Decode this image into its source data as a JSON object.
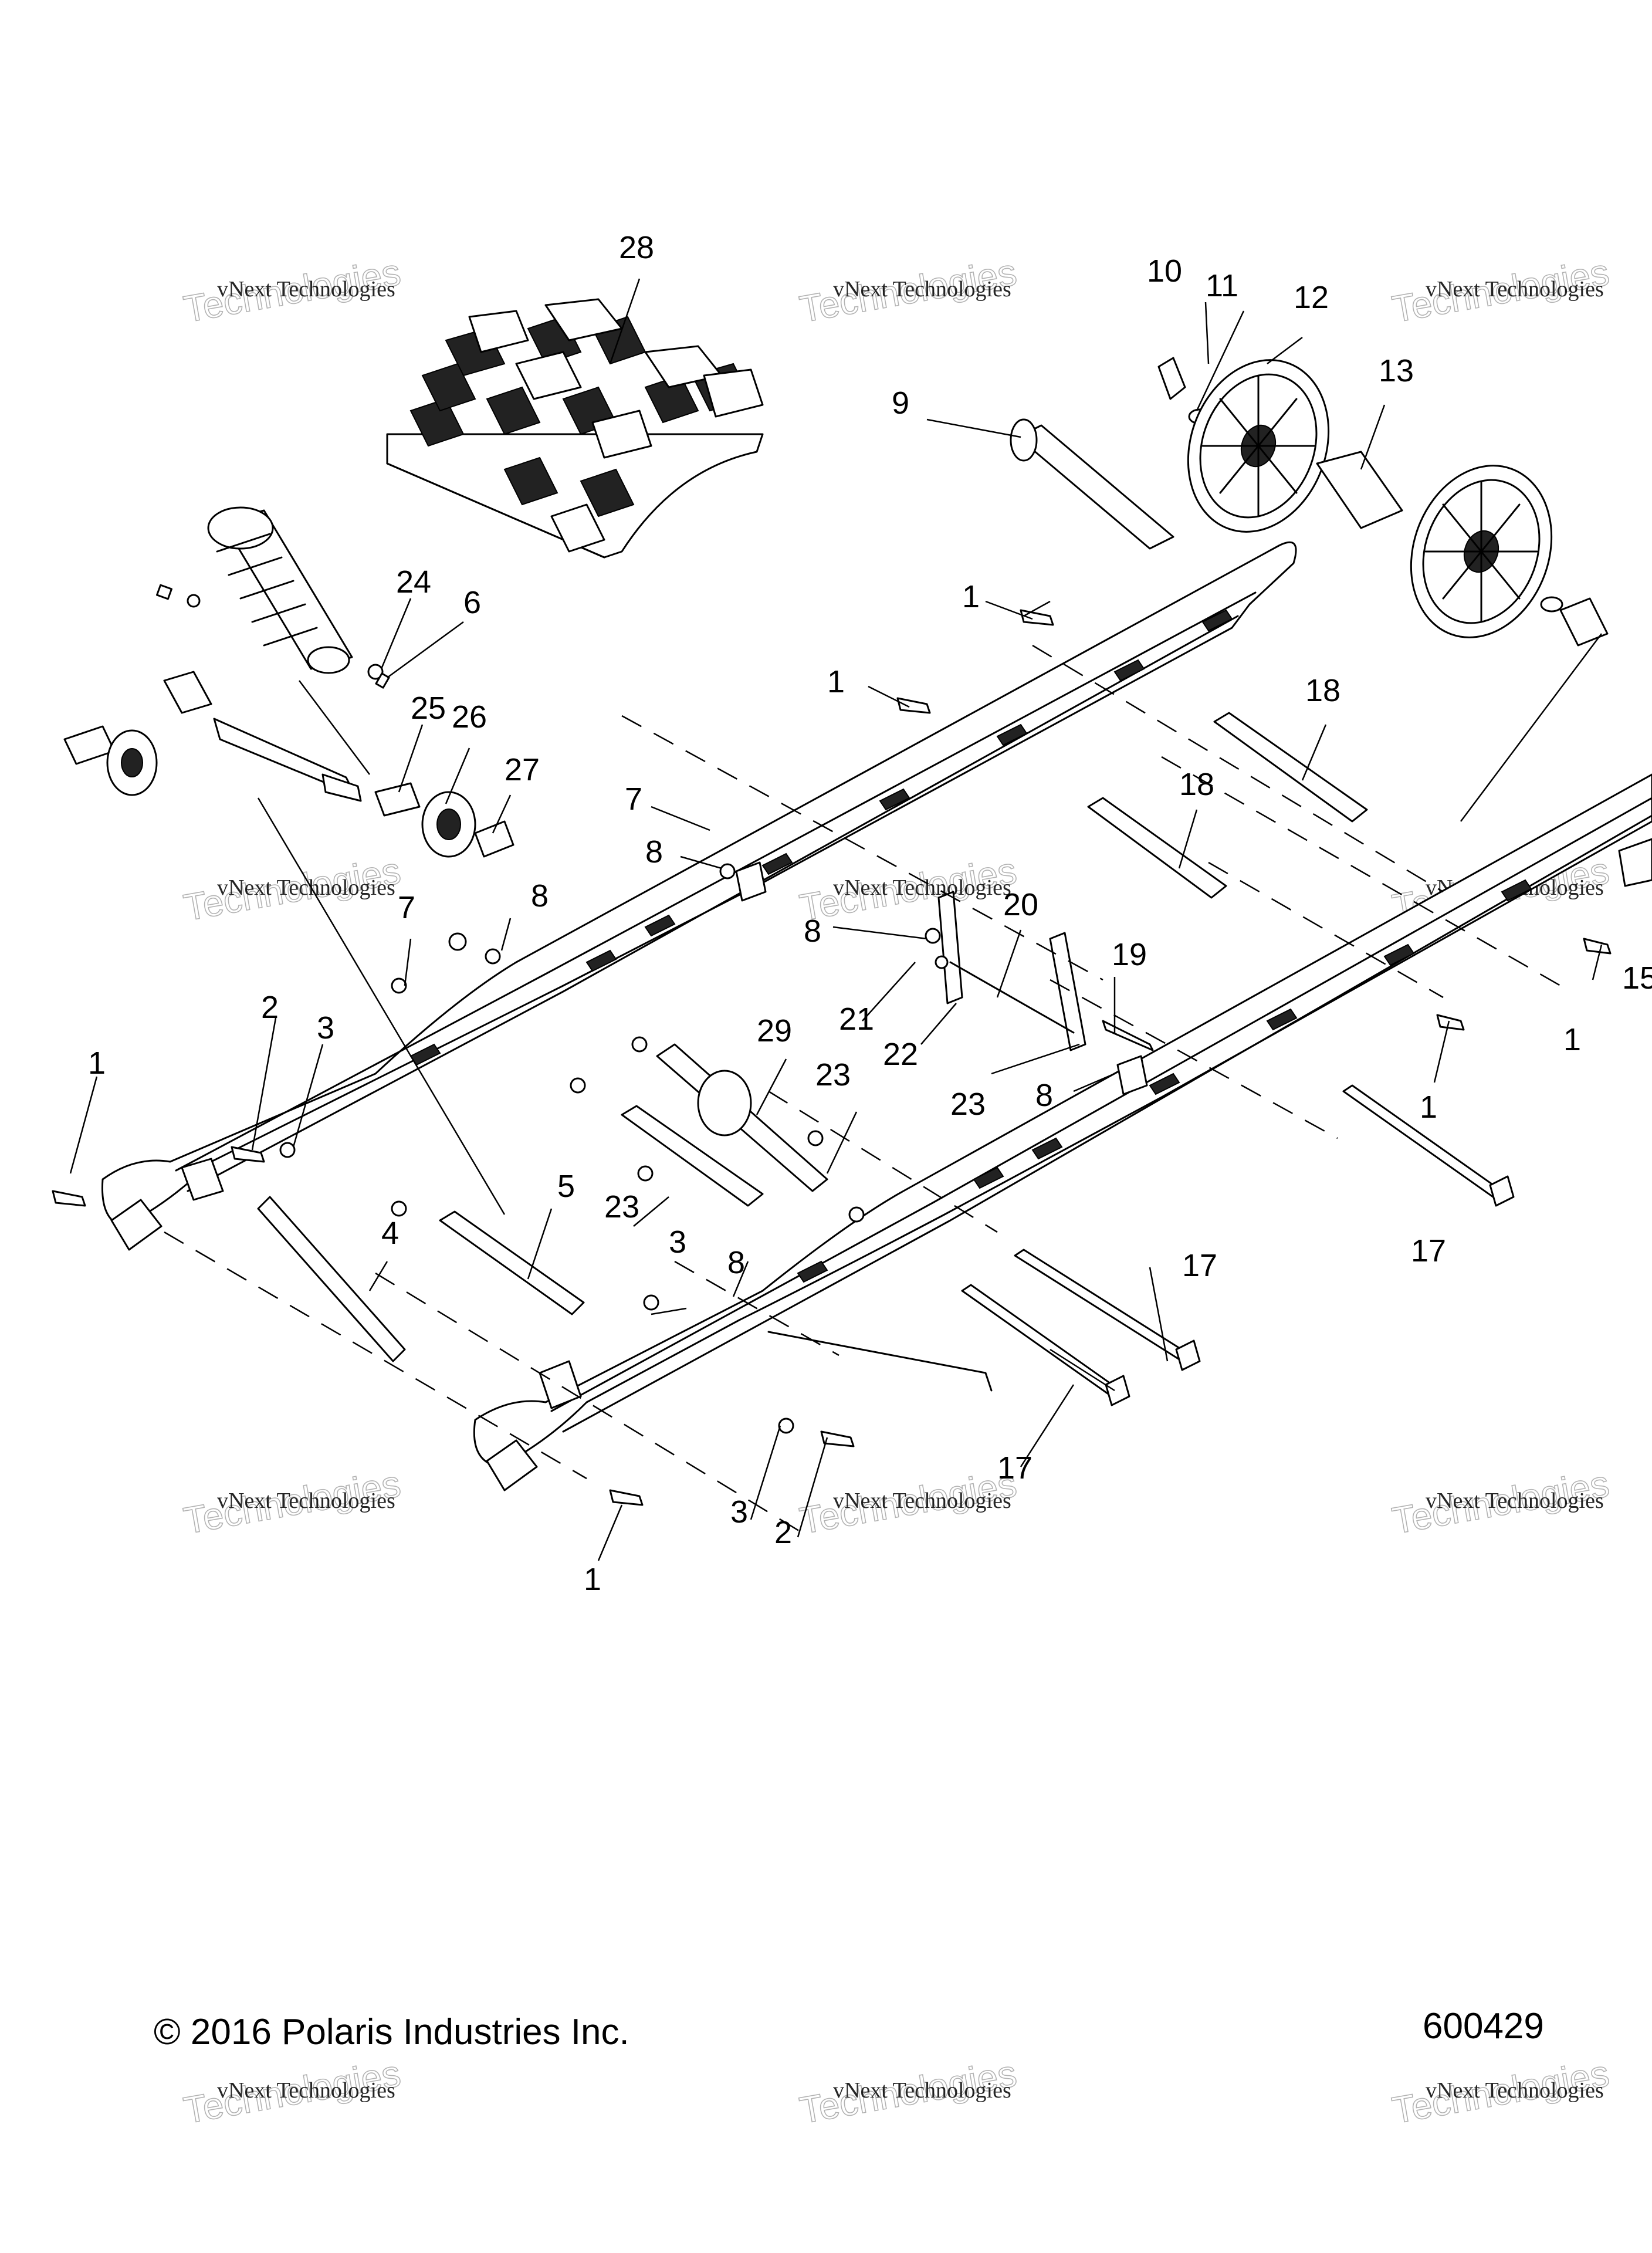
{
  "diagram": {
    "callouts": [
      "28",
      "10",
      "11",
      "12",
      "13",
      "9",
      "24",
      "6",
      "25",
      "26",
      "27",
      "1",
      "1",
      "18",
      "18",
      "7",
      "8",
      "7",
      "8",
      "8",
      "21",
      "20",
      "19",
      "22",
      "23",
      "8",
      "29",
      "23",
      "2",
      "3",
      "1",
      "1",
      "1",
      "15",
      "5",
      "23",
      "8",
      "3",
      "4",
      "17",
      "17",
      "17",
      "3",
      "2",
      "1"
    ],
    "watermarks": [
      {
        "line1": "vNext Technologies",
        "line2": "Technologies"
      },
      {
        "line1": "vNext Technologies",
        "line2": "Technologies"
      },
      {
        "line1": "vNext Technologies",
        "line2": "Technologies"
      },
      {
        "line1": "vNext Technologies",
        "line2": "Technologies"
      },
      {
        "line1": "vNext Technologies",
        "line2": "Technologies"
      },
      {
        "line1": "vNext Technologies",
        "line2": "Technologies"
      },
      {
        "line1": "vNext Technologies",
        "line2": "Technologies"
      },
      {
        "line1": "vNext Technologies",
        "line2": "Technologies"
      },
      {
        "line1": "vNext Technologies",
        "line2": "Technologies"
      },
      {
        "line1": "vNext Technologies",
        "line2": "Technologies"
      },
      {
        "line1": "vNext Technologies",
        "line2": "Technologies"
      },
      {
        "line1": "vNext Technologies",
        "line2": "Technologies"
      }
    ]
  },
  "footer": {
    "copyright": "© 2016 Polaris Industries Inc.",
    "figure_number": "600429"
  }
}
